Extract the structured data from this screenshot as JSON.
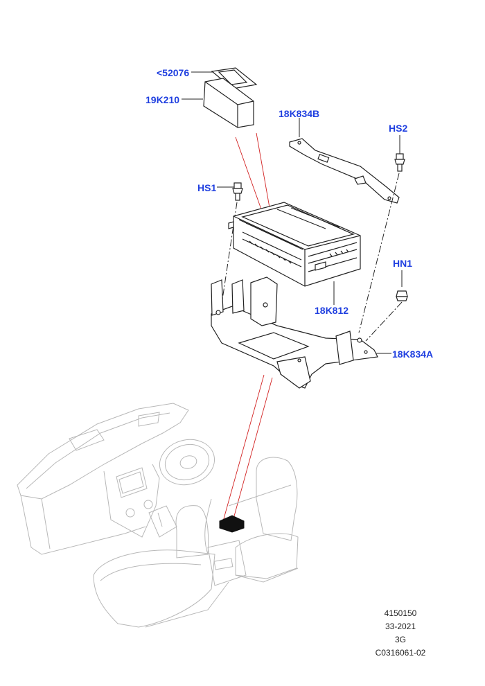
{
  "labels": {
    "part_52076": "<52076",
    "part_19K210": "19K210",
    "part_18K834B": "18K834B",
    "part_HS2": "HS2",
    "part_HS1": "HS1",
    "part_HN1": "HN1",
    "part_18K812": "18K812",
    "part_18K834A": "18K834A"
  },
  "reference": {
    "line1": "4150150",
    "line2": "33-2021",
    "line3": "3G",
    "line4": "C0316061-02"
  },
  "colors": {
    "label": "#1f3fe0",
    "linework": "#222222",
    "callout_red": "#d22222",
    "car_outline": "#b8b8b8",
    "highlight_block": "#111111"
  }
}
